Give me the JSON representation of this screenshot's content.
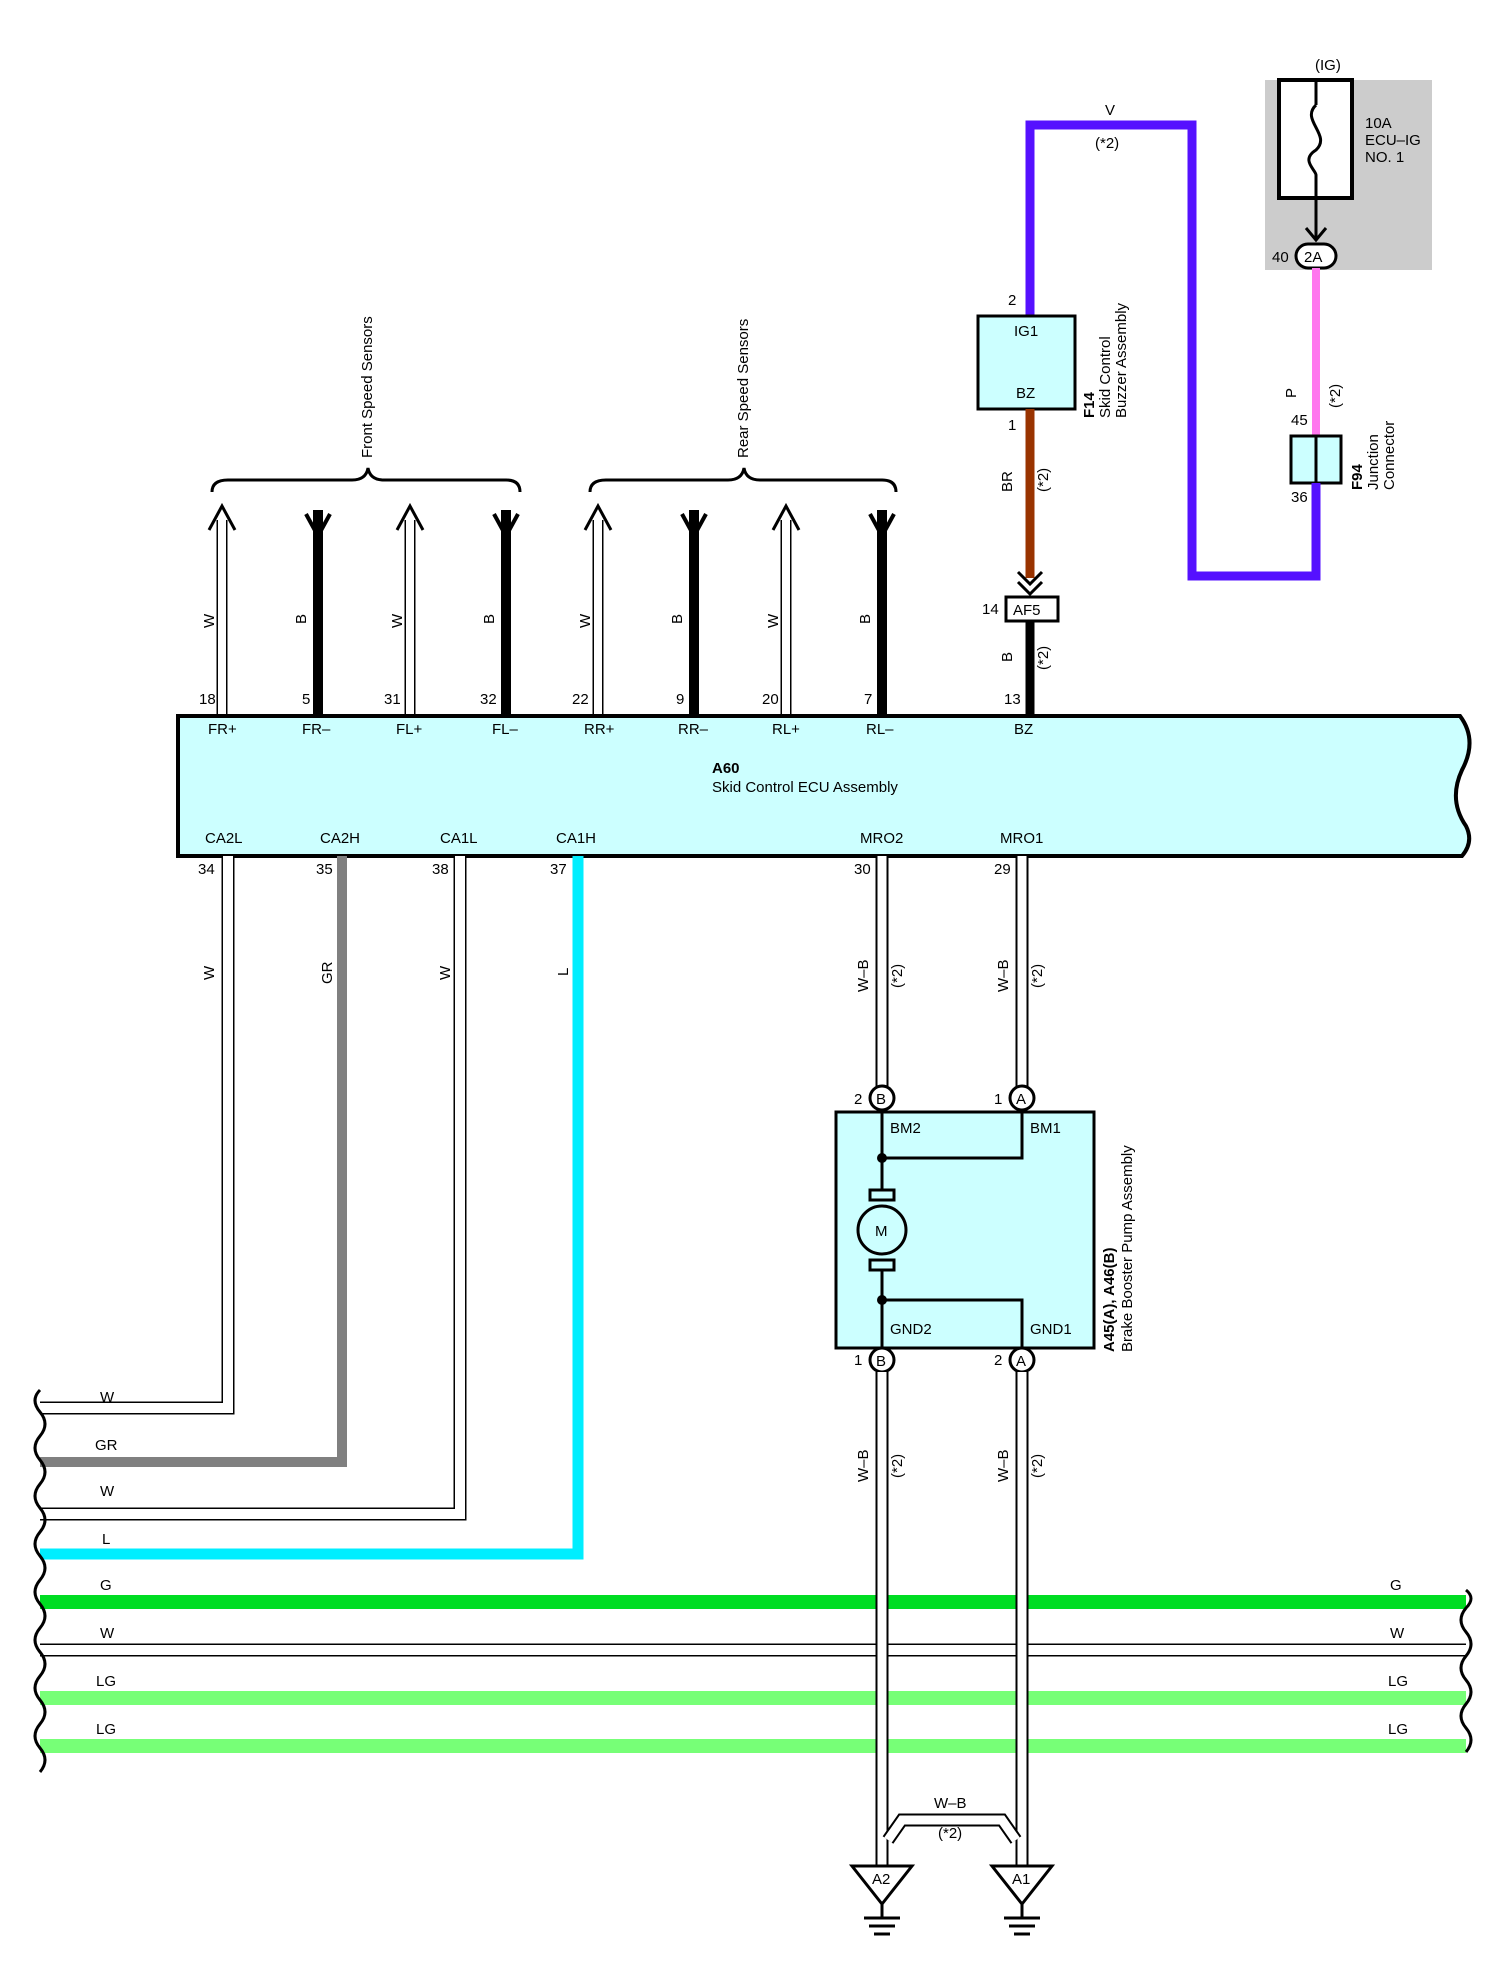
{
  "power": {
    "ig_label": "(IG)",
    "fuse_amp": "10A",
    "fuse_name_1": "ECU–IG",
    "fuse_name_2": "NO. 1",
    "jb_pin": "40",
    "jb_connector": "2A"
  },
  "wire_v": {
    "color": "V",
    "note": "(*2)"
  },
  "wire_p": {
    "color": "P",
    "note": "(*2)"
  },
  "junction": {
    "id": "F94",
    "name_1": "Junction",
    "name_2": "Connector",
    "pin_in": "45",
    "pin_out": "36"
  },
  "buzzer": {
    "id": "F14",
    "name_1": "Skid Control",
    "name_2": "Buzzer Assembly",
    "pin_top": "2",
    "pin_bottom": "1",
    "term_top": "IG1",
    "term_bottom": "BZ"
  },
  "wire_br": {
    "color": "BR",
    "note": "(*2)"
  },
  "af5": {
    "pin": "14",
    "connector": "AF5"
  },
  "wire_b_bz": {
    "color": "B",
    "note": "(*2)"
  },
  "front_sensors_label": "Front Speed Sensors",
  "rear_sensors_label": "Rear Speed Sensors",
  "top_wires": [
    {
      "color": "W",
      "pin": "18",
      "term": "FR+"
    },
    {
      "color": "B",
      "pin": "5",
      "term": "FR–"
    },
    {
      "color": "W",
      "pin": "31",
      "term": "FL+"
    },
    {
      "color": "B",
      "pin": "32",
      "term": "FL–"
    },
    {
      "color": "W",
      "pin": "22",
      "term": "RR+"
    },
    {
      "color": "B",
      "pin": "9",
      "term": "RR–"
    },
    {
      "color": "W",
      "pin": "20",
      "term": "RL+"
    },
    {
      "color": "B",
      "pin": "7",
      "term": "RL–"
    }
  ],
  "bz_pin": {
    "pin": "13",
    "term": "BZ"
  },
  "ecu": {
    "id": "A60",
    "name": "Skid Control ECU Assembly"
  },
  "bottom_wires": [
    {
      "color": "W",
      "pin": "34",
      "term": "CA2L"
    },
    {
      "color": "GR",
      "pin": "35",
      "term": "CA2H"
    },
    {
      "color": "W",
      "pin": "38",
      "term": "CA1L"
    },
    {
      "color": "L",
      "pin": "37",
      "term": "CA1H"
    }
  ],
  "mro": [
    {
      "pin": "30",
      "term": "MRO2",
      "color": "W–B",
      "note": "(*2)"
    },
    {
      "pin": "29",
      "term": "MRO1",
      "color": "W–B",
      "note": "(*2)"
    }
  ],
  "pump": {
    "id": "A45(A), A46(B)",
    "name": "Brake Booster Pump Assembly",
    "motor": "M",
    "bm2": "BM2",
    "bm1": "BM1",
    "gnd2": "GND2",
    "gnd1": "GND1",
    "pin_bm2": "2",
    "pin_bm1": "1",
    "pin_gnd2": "1",
    "pin_gnd1": "2",
    "conn_b": "B",
    "conn_a": "A"
  },
  "gnd_wires": [
    {
      "color": "W–B",
      "note": "(*2)"
    },
    {
      "color": "W–B",
      "note": "(*2)"
    }
  ],
  "left_bus": [
    {
      "color": "W"
    },
    {
      "color": "GR"
    },
    {
      "color": "W"
    },
    {
      "color": "L"
    }
  ],
  "through_bus": [
    {
      "color": "G"
    },
    {
      "color": "W"
    },
    {
      "color": "LG"
    },
    {
      "color": "LG"
    }
  ],
  "ground_join": {
    "color": "W–B",
    "note": "(*2)"
  },
  "grounds": [
    "A2",
    "A1"
  ],
  "colors": {
    "violet": "#5511ff",
    "pink": "#ff77ee",
    "brown": "#993300",
    "gray": "#808080",
    "cyan": "#00eeff",
    "green": "#00dd22",
    "light_green": "#77ff77",
    "box_fill": "#ccffff",
    "gray_area": "#cccccc"
  }
}
